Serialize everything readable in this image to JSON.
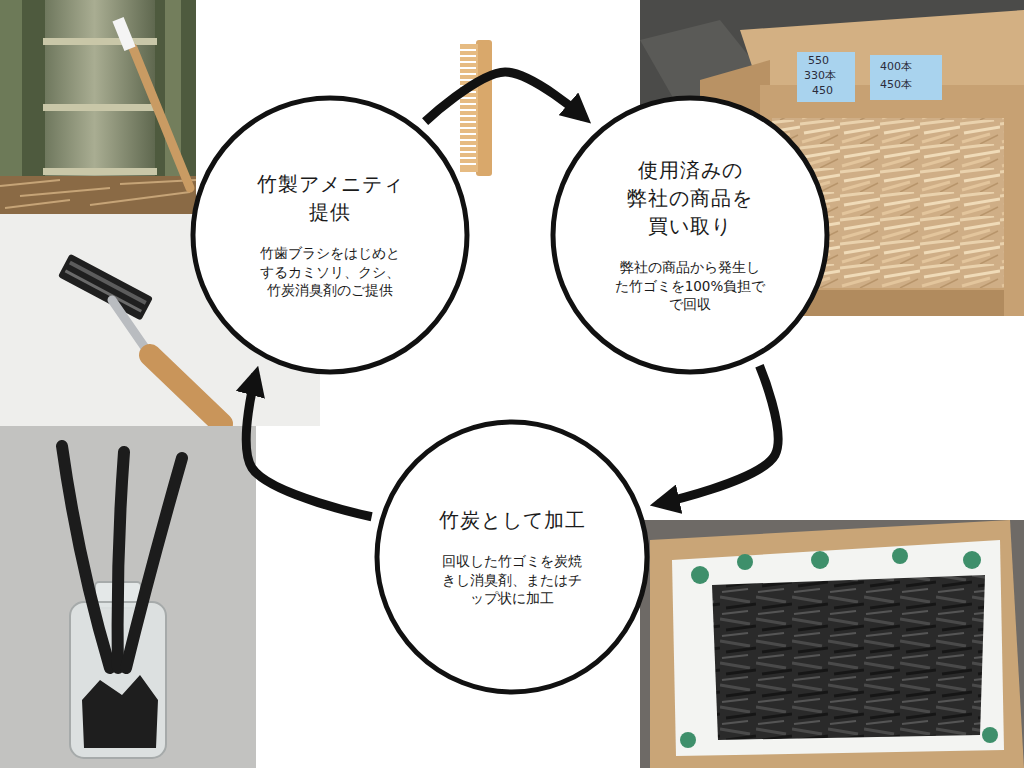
{
  "diagram": {
    "nodes": [
      {
        "text": [
          "竹製アメニティ 提供",
          "竹歯ブラシをはじめと するカミソリ、クシ、 竹炭消臭剤のご提供"
        ]
      },
      {
        "text": [
          "使用済みの 弊社の商品を 買い取り",
          "弊社の商品から発生し た竹ゴミを100%負担で で回収"
        ]
      },
      {
        "text": [
          "竹炭として加工",
          "回収した竹ゴミを炭焼 きし消臭剤、またはチ ップ状に加工"
        ]
      }
    ],
    "edges": [
      {
        "from": 0,
        "to": 1,
        "arrow": "to"
      },
      {
        "from": 1,
        "to": 2,
        "arrow": "to"
      },
      {
        "from": 2,
        "to": 0,
        "arrow": "to"
      }
    ],
    "labels": [
      "550",
      "330本",
      "450",
      "400本",
      "450本"
    ]
  }
}
